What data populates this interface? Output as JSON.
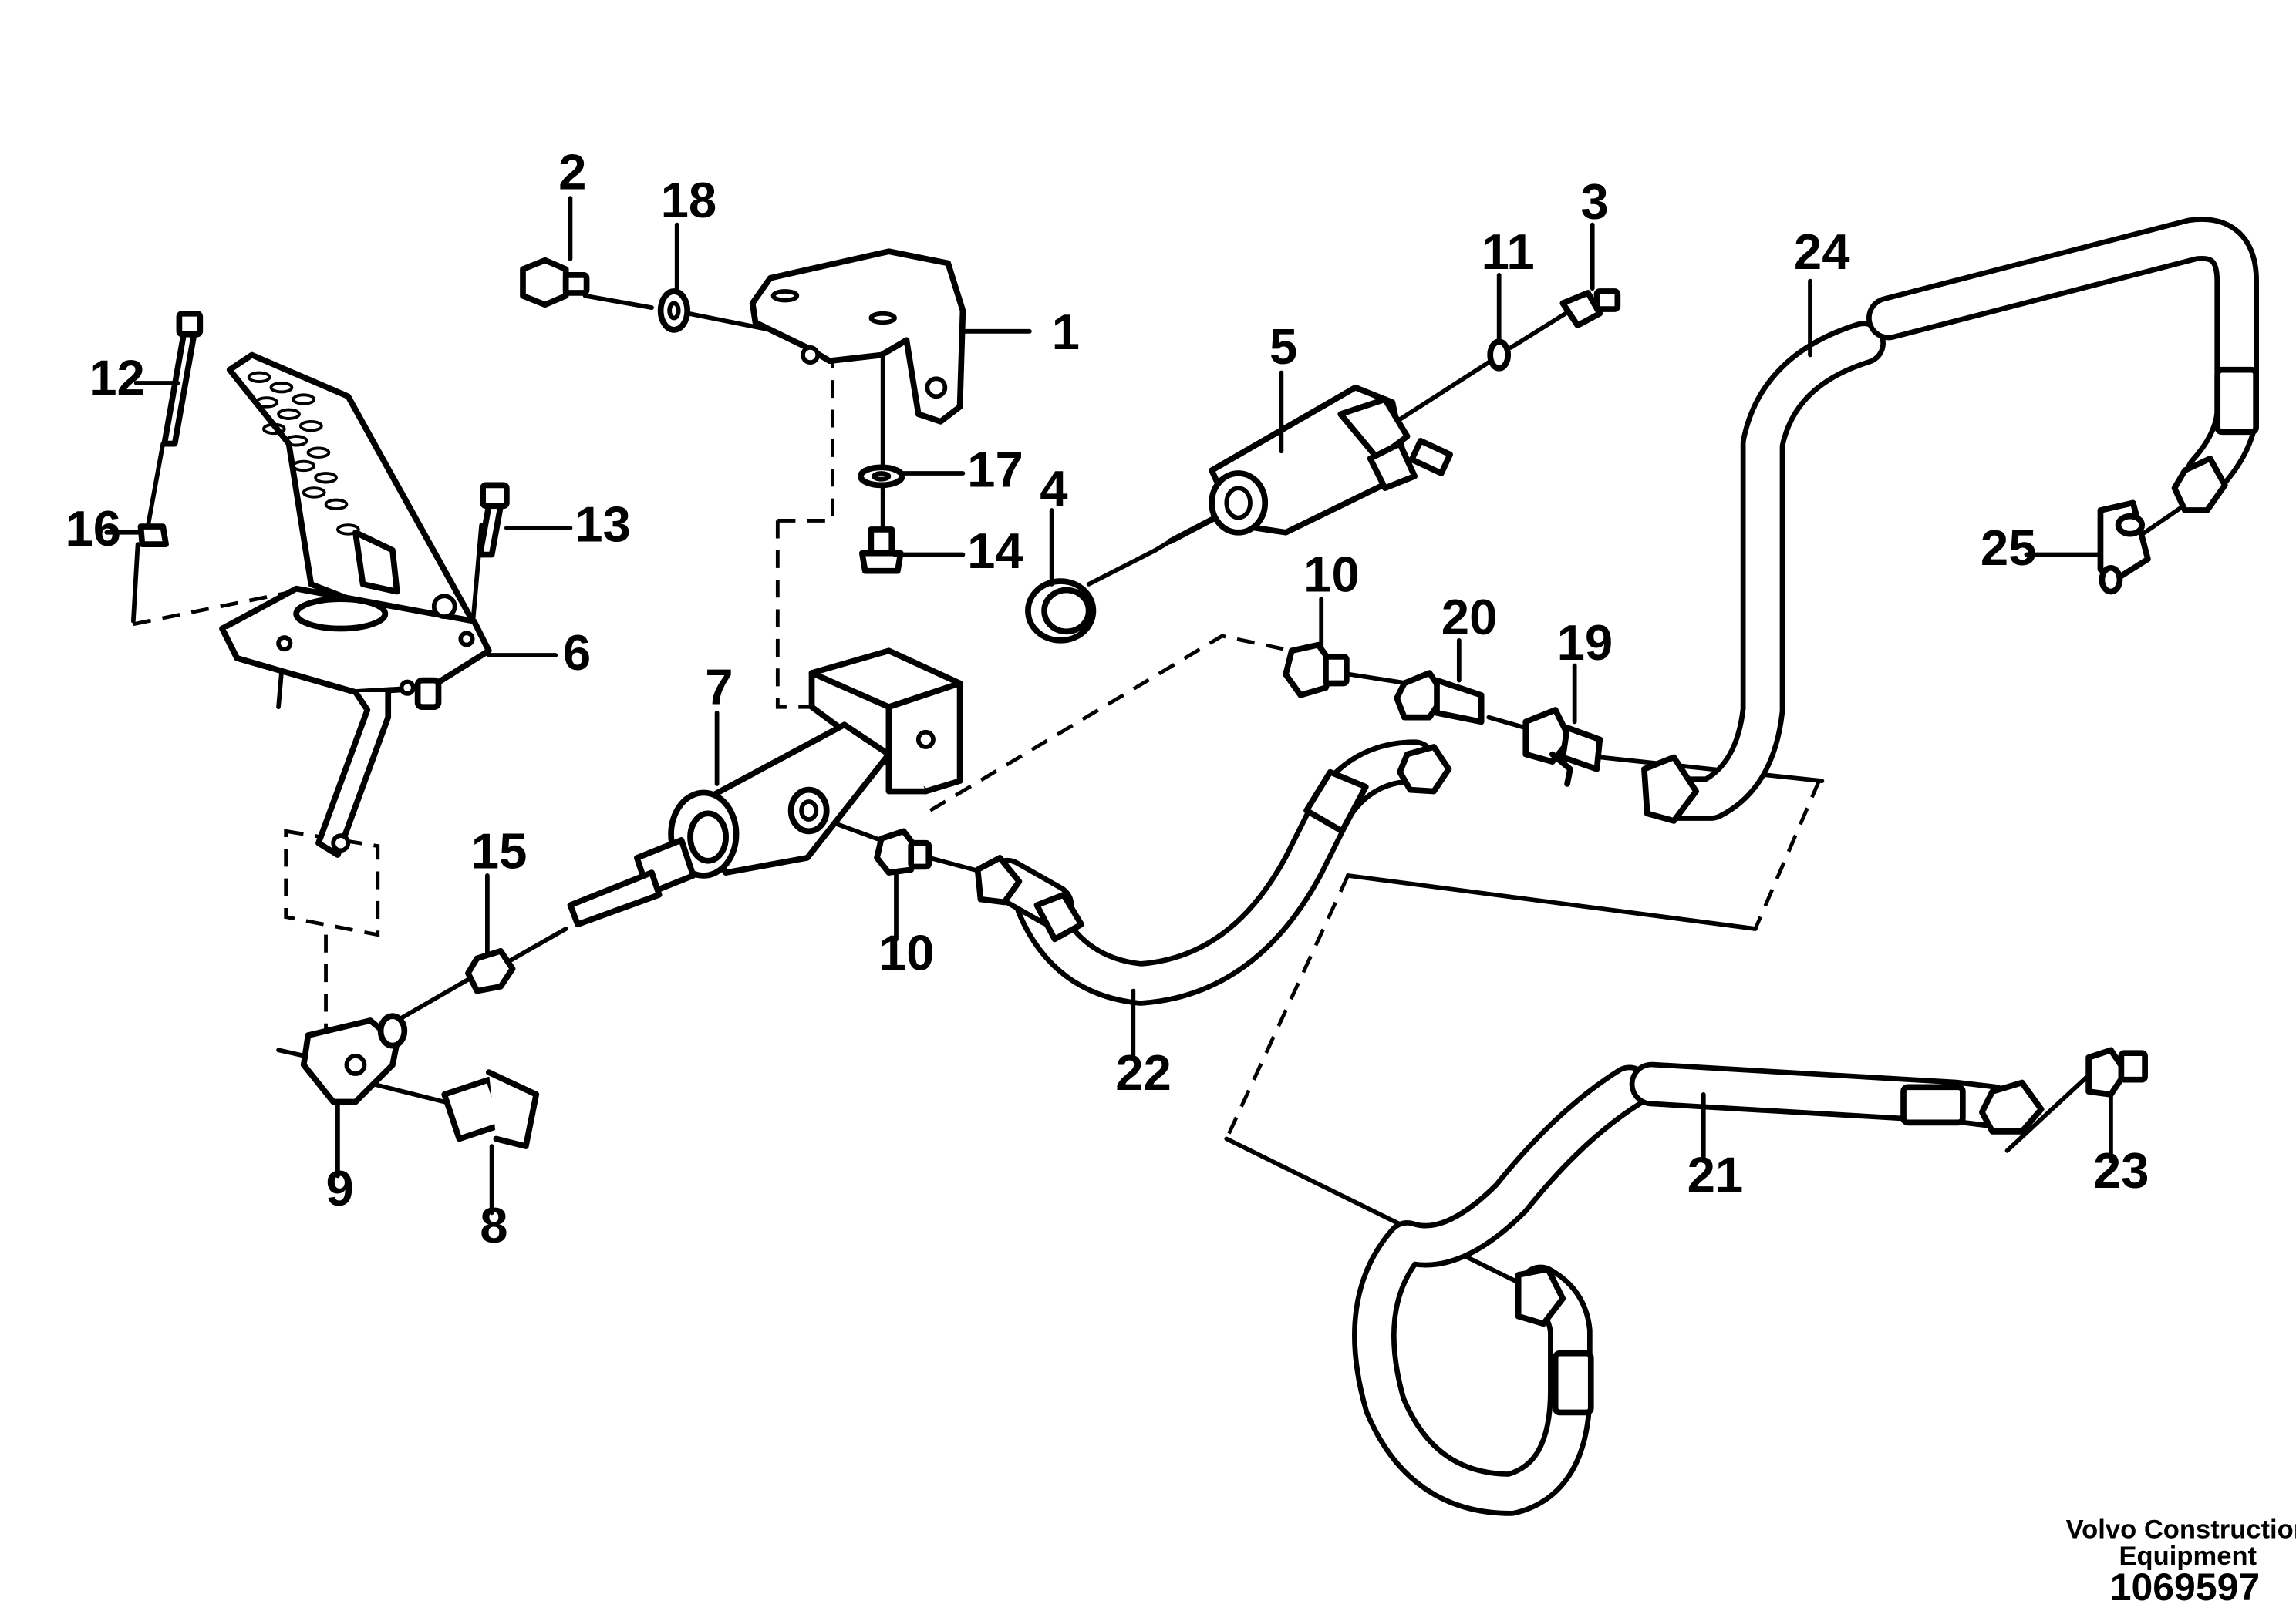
{
  "diagram": {
    "callouts": [
      {
        "id": "1",
        "label": "1"
      },
      {
        "id": "2",
        "label": "2"
      },
      {
        "id": "3",
        "label": "3"
      },
      {
        "id": "4",
        "label": "4"
      },
      {
        "id": "5",
        "label": "5"
      },
      {
        "id": "6",
        "label": "6"
      },
      {
        "id": "7",
        "label": "7"
      },
      {
        "id": "8",
        "label": "8"
      },
      {
        "id": "9",
        "label": "9"
      },
      {
        "id": "10a",
        "label": "10"
      },
      {
        "id": "10b",
        "label": "10"
      },
      {
        "id": "11",
        "label": "11"
      },
      {
        "id": "12",
        "label": "12"
      },
      {
        "id": "13",
        "label": "13"
      },
      {
        "id": "14",
        "label": "14"
      },
      {
        "id": "15",
        "label": "15"
      },
      {
        "id": "16",
        "label": "16"
      },
      {
        "id": "17",
        "label": "17"
      },
      {
        "id": "18",
        "label": "18"
      },
      {
        "id": "19",
        "label": "19"
      },
      {
        "id": "20",
        "label": "20"
      },
      {
        "id": "21",
        "label": "21"
      },
      {
        "id": "22",
        "label": "22"
      },
      {
        "id": "23",
        "label": "23"
      },
      {
        "id": "24",
        "label": "24"
      },
      {
        "id": "25",
        "label": "25"
      }
    ],
    "footer": {
      "company_line1": "Volvo Construction",
      "company_line2": "Equipment",
      "drawing_number": "1069597"
    }
  }
}
